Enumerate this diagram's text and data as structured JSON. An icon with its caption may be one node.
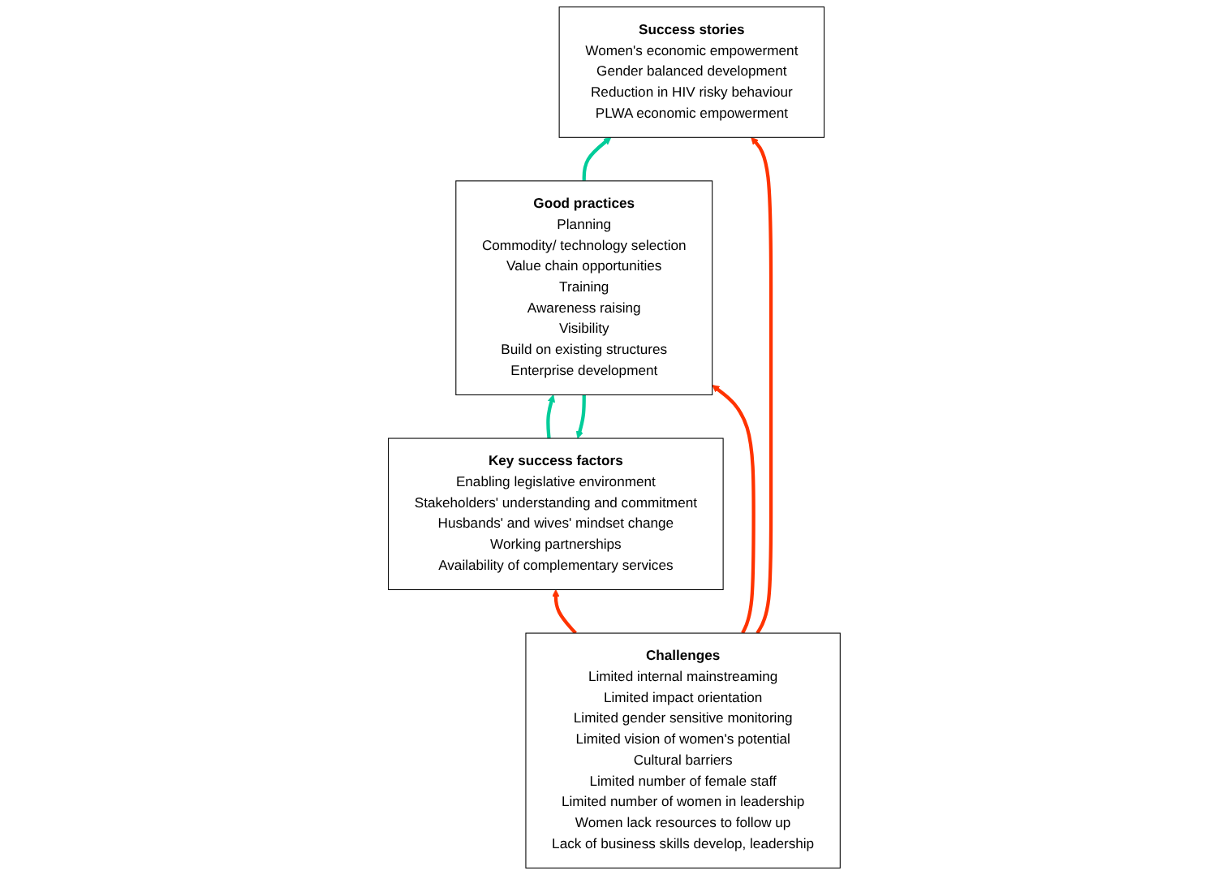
{
  "diagram": {
    "nodes": [
      {
        "text": [
          "Key success factors",
          "Enabling legislative environment",
          "Stakeholders' understanding and commitment",
          "Husbands' and wives' mindset change",
          "Working partnerships",
          "Availability of complementary services"
        ]
      },
      {
        "text": [
          "Good practices",
          "Planning",
          "Commodity/ technology selection",
          "Value chain opportunities",
          "Training",
          "Awareness raising",
          "Visibility",
          "Build on existing structures",
          "Enterprise development"
        ]
      },
      {
        "text": [
          "Success stories",
          "Women's economic empowerment",
          "Gender balanced development",
          "Reduction in HIV risky behaviour",
          "PLWA economic empowerment"
        ]
      },
      {
        "text": [
          "Challenges",
          "Limited internal mainstreaming",
          "Limited impact orientation",
          "Limited gender sensitive monitoring",
          "Limited vision of women's potential",
          "Cultural barriers",
          "Limited number of female staff",
          "Limited number of women in leadership",
          "Women lack resources to follow up",
          "Lack of business skills develop, leadership"
        ]
      }
    ],
    "edges": [
      {
        "from": 0,
        "to": 1,
        "arrow": "to",
        "color": "#00cc99"
      },
      {
        "from": 1,
        "to": 0,
        "arrow": "to",
        "color": "#00cc99"
      },
      {
        "from": 1,
        "to": 2,
        "arrow": "to",
        "color": "#00cc99"
      },
      {
        "from": 3,
        "to": 0,
        "arrow": "to",
        "color": "#ff3300"
      },
      {
        "from": 3,
        "to": 1,
        "arrow": "to",
        "color": "#ff3300"
      },
      {
        "from": 3,
        "to": 2,
        "arrow": "to",
        "color": "#ff3300"
      }
    ]
  }
}
